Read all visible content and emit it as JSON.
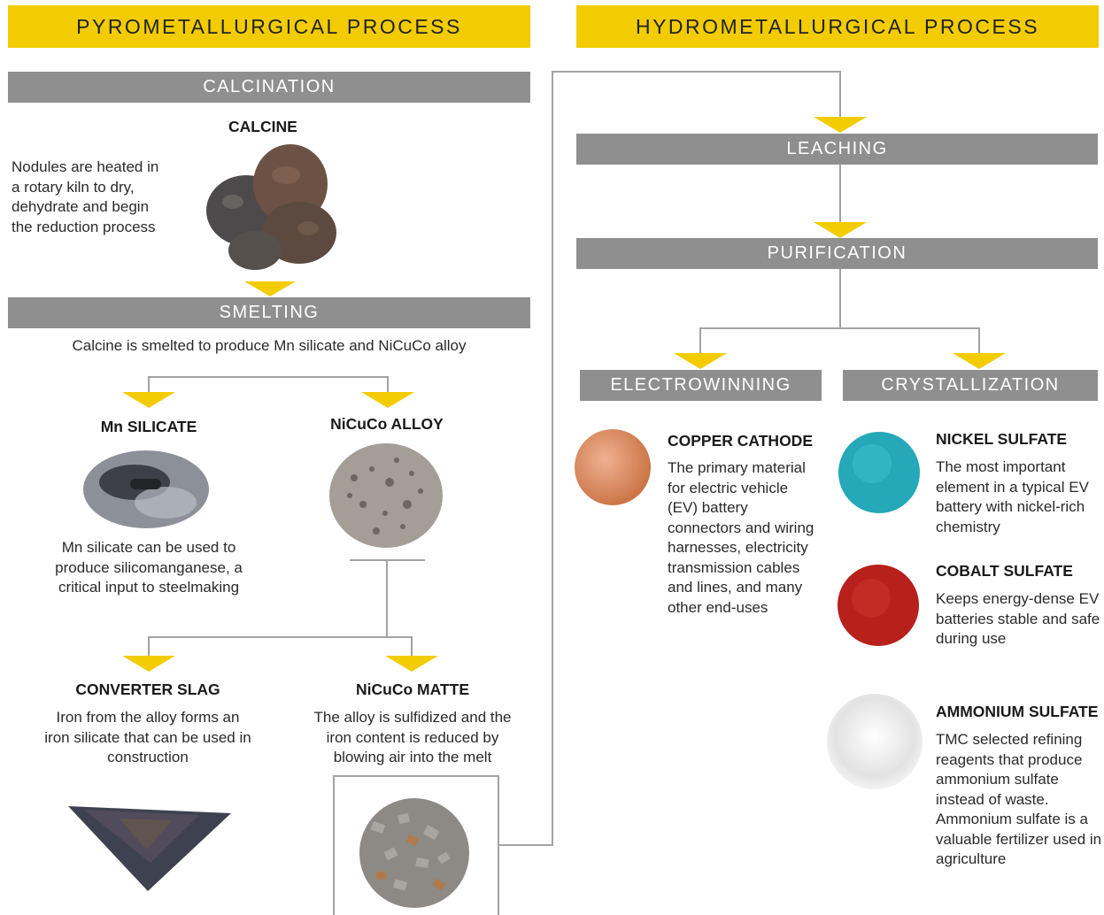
{
  "headers": {
    "pyro": "PYROMETALLURGICAL PROCESS",
    "hydro": "HYDROMETALLURGICAL PROCESS"
  },
  "steps": {
    "calcination": "CALCINATION",
    "smelting": "SMELTING",
    "leaching": "LEACHING",
    "purification": "PURIFICATION",
    "electrowinning": "ELECTROWINNING",
    "crystallization": "CRYSTALLIZATION"
  },
  "products": {
    "calcine": {
      "title": "CALCINE",
      "desc": "Nodules are heated in a rotary kiln to dry, dehydrate and begin the reduction process"
    },
    "smelting_desc": "Calcine is smelted to produce Mn silicate and NiCuCo alloy",
    "mn_silicate": {
      "title": "Mn SILICATE",
      "desc": "Mn silicate can be used to produce silicomanganese, a critical input to steelmaking"
    },
    "nicuco_alloy": {
      "title": "NiCuCo ALLOY"
    },
    "converter_slag": {
      "title": "CONVERTER SLAG",
      "desc": "Iron from the alloy forms an iron silicate that can be used in construction"
    },
    "nicuco_matte": {
      "title": "NiCuCo MATTE",
      "desc": "The alloy is sulfidized and the iron content is reduced by blowing air into the melt"
    },
    "copper_cathode": {
      "title": "COPPER CATHODE",
      "desc": "The primary material for electric vehicle (EV) battery connectors and wiring harnesses, electricity transmission cables and lines, and many other end-uses"
    },
    "nickel_sulfate": {
      "title": "NICKEL SULFATE",
      "desc": "The most important element in a typical EV battery with nickel-rich chemistry"
    },
    "cobalt_sulfate": {
      "title": "COBALT SULFATE",
      "desc": "Keeps energy-dense EV batteries stable and safe during use"
    },
    "ammonium_sulfate": {
      "title": "AMMONIUM SULFATE",
      "desc": "TMC selected refining reagents that produce ammonium sulfate instead of waste. Ammonium sulfate is a valuable fertilizer used in agriculture"
    }
  },
  "colors": {
    "accent_yellow": "#f2cc00",
    "step_grey": "#8f8f8f",
    "connector_grey": "#a0a0a0"
  }
}
